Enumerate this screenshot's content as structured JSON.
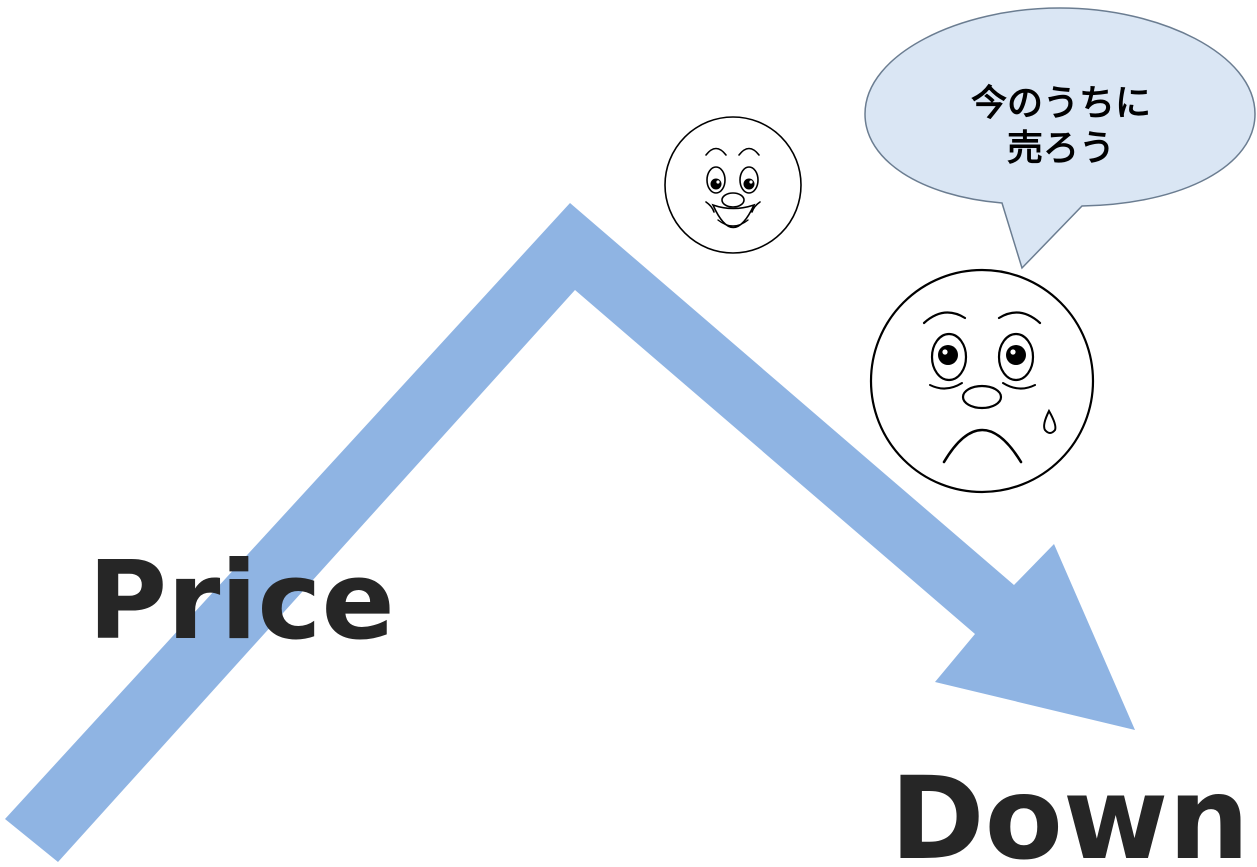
{
  "labels": {
    "price": "Price",
    "down": "Down"
  },
  "speech_bubble": {
    "line1": "今のうちに",
    "line2": "売ろう"
  },
  "colors": {
    "arrow": "#8fb4e3",
    "bubble_fill": "#dae6f4",
    "bubble_stroke": "#6b7d91",
    "label_text": "#262626"
  },
  "icons": {
    "happy_face": "smiling-face-icon",
    "worried_face": "worried-crying-face-icon",
    "arrow": "price-trend-arrow-icon"
  }
}
